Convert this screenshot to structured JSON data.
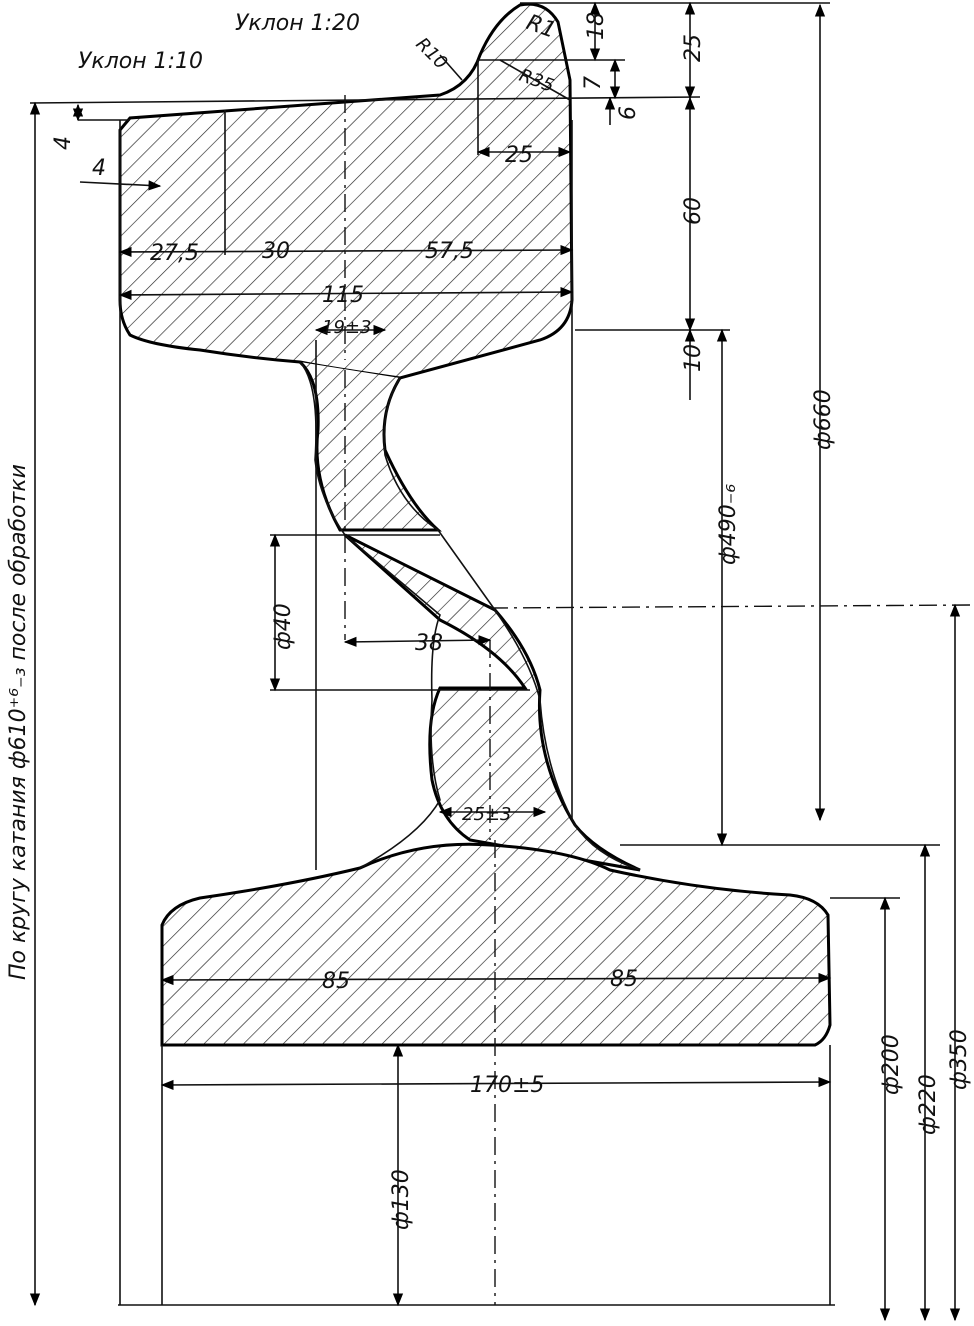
{
  "notes": {
    "slope_top": "Уклон 1:20",
    "slope_left": "Уклон 1:10",
    "rolling_circle": "По кругу катания ф610⁺⁶₋₃ после обработки"
  },
  "dimensions": {
    "r1": "R1",
    "r10": "R10",
    "r35": "R35",
    "d18": "18",
    "d25_top": "25",
    "d7": "7",
    "d6": "6",
    "d25_flange": "25",
    "d4_vertical": "4",
    "d4_horizontal": "4",
    "d60": "60",
    "d27_5": "27,5",
    "d30": "30",
    "d57_5": "57,5",
    "d115": "115",
    "d19": "19±3",
    "d10": "10",
    "d660": "ф660",
    "d490": "ф490₋₆",
    "d40": "ф40",
    "d38": "38",
    "d25_web": "25±3",
    "d85_left": "85",
    "d85_right": "85",
    "d170": "170±5",
    "d130": "ф130",
    "d200": "ф200",
    "d220": "ф220",
    "d350": "ф350"
  }
}
